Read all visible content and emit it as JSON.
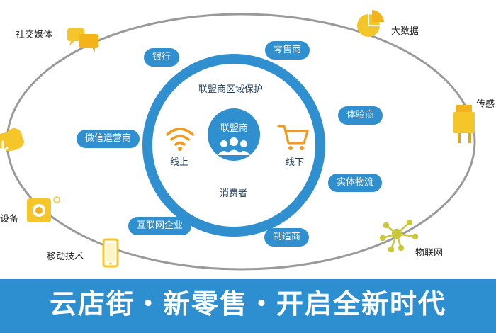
{
  "diagram": {
    "ring_title": "联盟商区域保护",
    "center_title": "联盟商",
    "online_label": "线上",
    "offline_label": "线下",
    "consumer_label": "消费者",
    "ring_nodes": [
      "银行",
      "零售商",
      "体验商",
      "实体物流",
      "制造商",
      "互联网企业",
      "微信运营商"
    ],
    "outer_nodes": [
      "社交媒体",
      "大数据",
      "传感",
      "物联网",
      "移动技术",
      "设备"
    ]
  },
  "banner": {
    "text": "云店街・新零售・开启全新时代"
  },
  "colors": {
    "ring_blue": "#2f8fcf",
    "accent_orange": "#f39a1e",
    "icon_yellow": "#f5c62a",
    "orbit_gray": "#9a9a9a",
    "banner_blue": "#2e8fd0"
  }
}
